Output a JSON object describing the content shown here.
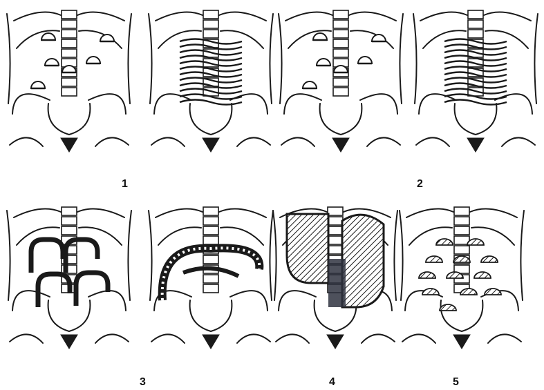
{
  "labels": {
    "p1": "1",
    "p2": "2",
    "p3": "3",
    "p4": "4",
    "p5": "5"
  },
  "colors": {
    "ink": "#1a1a1a",
    "shade": "#2f3340",
    "background": "#ffffff"
  },
  "panels": [
    {
      "id": "A",
      "pattern": "discrete-shadows"
    },
    {
      "id": "B",
      "pattern": "coiled-loops"
    },
    {
      "id": "C",
      "pattern": "discrete-shadows"
    },
    {
      "id": "D",
      "pattern": "coiled-loops"
    },
    {
      "id": "E",
      "pattern": "hooked-loops"
    },
    {
      "id": "F",
      "pattern": "coiled-colon"
    },
    {
      "id": "G",
      "pattern": "dark-mass"
    },
    {
      "id": "H",
      "pattern": "air-fluid-levels"
    }
  ]
}
